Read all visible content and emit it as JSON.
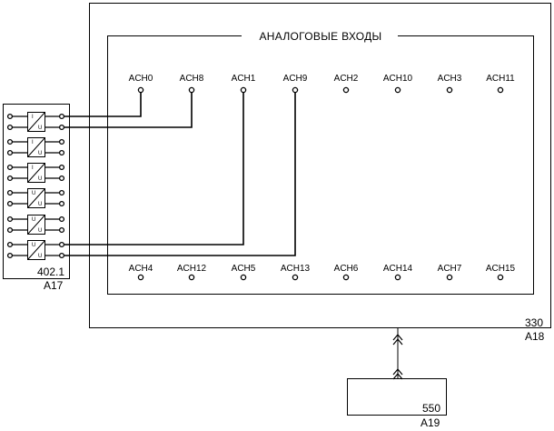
{
  "module_330": {
    "title": "АНАЛОГОВЫЕ ВХОДЫ",
    "type": "330",
    "ref": "A18",
    "top_channels": [
      "ACH0",
      "ACH8",
      "ACH1",
      "ACH9",
      "ACH2",
      "ACH10",
      "ACH3",
      "ACH11"
    ],
    "bottom_channels": [
      "ACH4",
      "ACH12",
      "ACH5",
      "ACH13",
      "ACH6",
      "ACH14",
      "ACH7",
      "ACH15"
    ]
  },
  "module_402": {
    "type": "402.1",
    "ref": "A17",
    "converters": [
      {
        "top": "I",
        "bottom": "U"
      },
      {
        "top": "I",
        "bottom": "U"
      },
      {
        "top": "I",
        "bottom": "U"
      },
      {
        "top": "U",
        "bottom": "U"
      },
      {
        "top": "U",
        "bottom": "U"
      },
      {
        "top": "U",
        "bottom": "U"
      }
    ]
  },
  "module_550": {
    "type": "550",
    "ref": "A19"
  },
  "connections": [
    {
      "converter": 0,
      "channel": "ACH0"
    },
    {
      "converter": 0,
      "channel": "ACH8"
    },
    {
      "converter": 5,
      "channel": "ACH1"
    },
    {
      "converter": 5,
      "channel": "ACH9"
    }
  ]
}
